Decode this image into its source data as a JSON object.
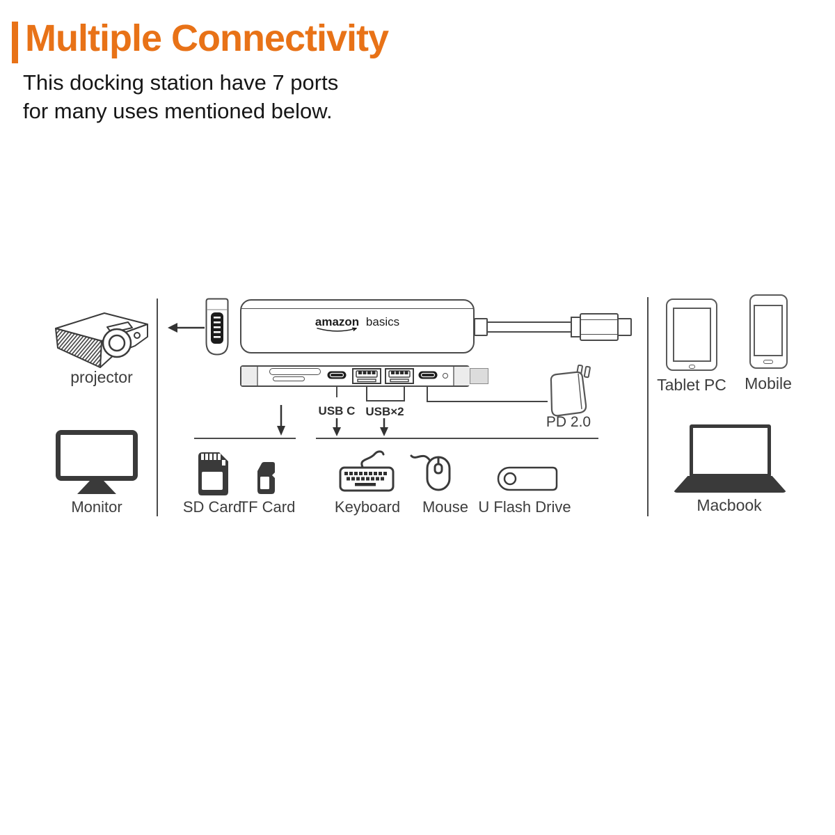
{
  "colors": {
    "accent_orange": "#E87217",
    "line_gray": "#4a4a4a",
    "icon_dark": "#3a3a3a"
  },
  "header": {
    "title": "Multiple Connectivity",
    "subtitle_line1": "This docking station have 7 ports",
    "subtitle_line2": "for many uses mentioned below."
  },
  "hub": {
    "brand_bold": "amazon",
    "brand_regular": "basics"
  },
  "ports": {
    "usb_c_label": "USB C",
    "usb_x2_label": "USB×2",
    "pd_label": "PD 2.0"
  },
  "devices": {
    "projector": {
      "label": "projector"
    },
    "monitor": {
      "label": "Monitor"
    },
    "sd_card": {
      "label": "SD Card"
    },
    "tf_card": {
      "label": "TF Card"
    },
    "keyboard": {
      "label": "Keyboard"
    },
    "mouse": {
      "label": "Mouse"
    },
    "flash_drive": {
      "label": "U Flash Drive"
    },
    "tablet": {
      "label": "Tablet PC"
    },
    "mobile": {
      "label": "Mobile"
    },
    "macbook": {
      "label": "Macbook"
    }
  }
}
